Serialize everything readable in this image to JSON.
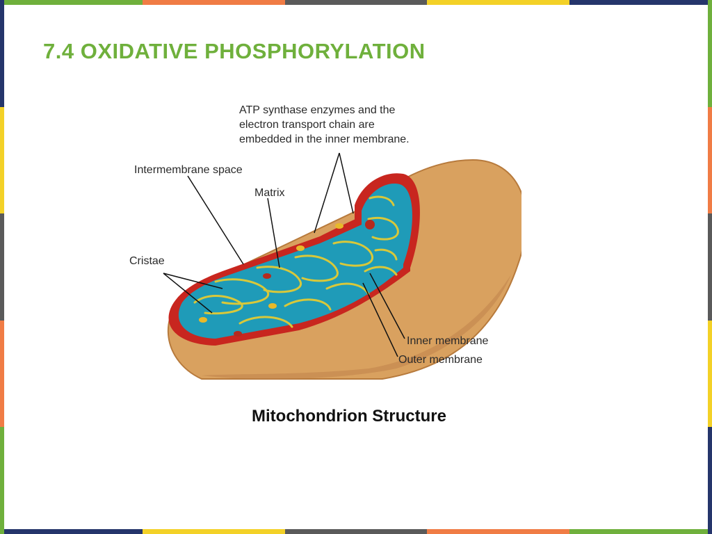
{
  "slide": {
    "title": "7.4 OXIDATIVE PHOSPHORYLATION",
    "title_color": "#6fb03c",
    "caption": "Mitochondrion Structure"
  },
  "frame_colors": {
    "top": [
      "#6fb03c",
      "#f07c45",
      "#5a5a5a",
      "#f3d127",
      "#25356b"
    ],
    "bottom": [
      "#25356b",
      "#f3d127",
      "#5a5a5a",
      "#f07c45",
      "#6fb03c"
    ],
    "left": [
      "#25356b",
      "#f3d127",
      "#5a5a5a",
      "#f07c45",
      "#6fb03c"
    ],
    "right": [
      "#6fb03c",
      "#f07c45",
      "#5a5a5a",
      "#f3d127",
      "#25356b"
    ]
  },
  "diagram": {
    "labels": {
      "atp_note_line1": "ATP synthase enzymes and the",
      "atp_note_line2": "electron transport chain are",
      "atp_note_line3": "embedded in the inner membrane.",
      "intermembrane_space": "Intermembrane space",
      "matrix": "Matrix",
      "cristae": "Cristae",
      "inner_membrane": "Inner membrane",
      "outer_membrane": "Outer membrane"
    },
    "colors": {
      "outer": "#d9a15f",
      "outer_dark": "#b77a3c",
      "intermembrane": "#c8261f",
      "matrix": "#1f9bb8",
      "cristae": "#d8c83a"
    }
  }
}
